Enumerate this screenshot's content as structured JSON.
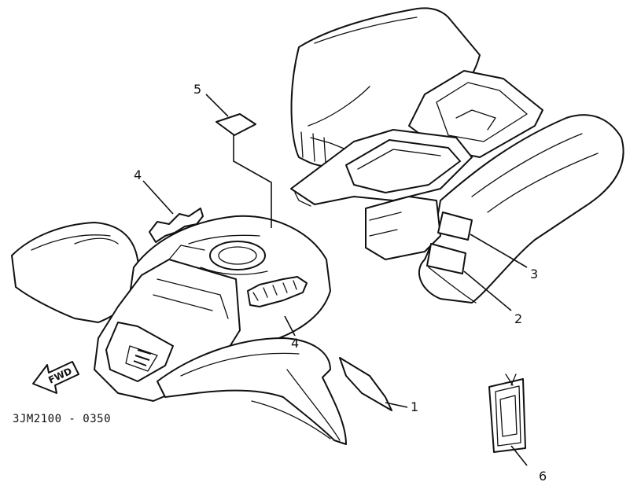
{
  "diagram": {
    "part_code": "3JM2100 - 0350",
    "direction_label": "FWD",
    "callouts": [
      {
        "id": "callout-1",
        "label": "1"
      },
      {
        "id": "callout-2",
        "label": "2"
      },
      {
        "id": "callout-3",
        "label": "3"
      },
      {
        "id": "callout-4a",
        "label": "4"
      },
      {
        "id": "callout-4b",
        "label": "4"
      },
      {
        "id": "callout-5",
        "label": "5"
      },
      {
        "id": "callout-6",
        "label": "6"
      }
    ]
  }
}
